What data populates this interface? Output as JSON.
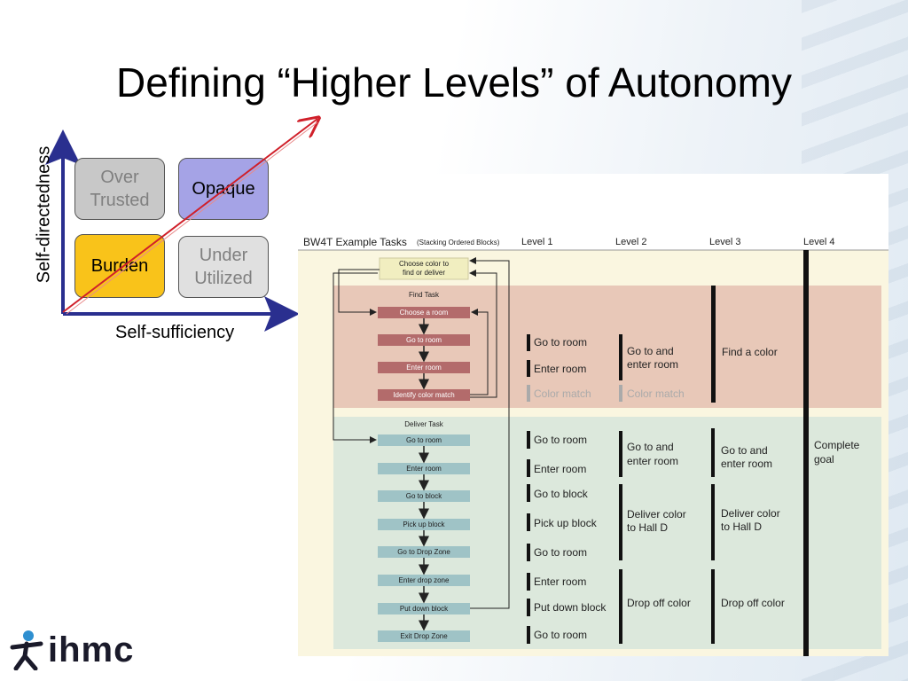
{
  "slide": {
    "title": "Defining “Higher Levels” of Autonomy"
  },
  "quadrant": {
    "y_axis_label": "Self-directedness",
    "x_axis_label": "Self-sufficiency",
    "over_trusted_line1": "Over",
    "over_trusted_line2": "Trusted",
    "opaque": "Opaque",
    "burden": "Burden",
    "under_utilized_line1": "Under",
    "under_utilized_line2": "Utilized"
  },
  "figure": {
    "header_title": "BW4T Example Tasks",
    "header_subtitle": "(Stacking Ordered Blocks)",
    "levels": [
      "Level 1",
      "Level 2",
      "Level 3",
      "Level 4"
    ],
    "top_box_line1": "Choose color to",
    "top_box_line2": "find or deliver",
    "find_task_label": "Find Task",
    "find_steps": [
      "Choose a room",
      "Go to room",
      "Enter room",
      "Identify color match"
    ],
    "deliver_task_label": "Deliver Task",
    "deliver_steps": [
      "Go to room",
      "Enter room",
      "Go to block",
      "Pick up block",
      "Go to Drop Zone",
      "Enter drop zone",
      "Put down block",
      "Exit Drop Zone"
    ],
    "find_level1": [
      "Go to room",
      "Enter room",
      "Color match"
    ],
    "find_level2_line1": "Go to and",
    "find_level2_line2": "enter room",
    "find_level2_color": "Color match",
    "find_level3": "Find a color",
    "deliver_level1": [
      "Go to room",
      "Enter room",
      "Go to block",
      "Pick up block",
      "Go to room",
      "Enter room",
      "Put down block",
      "Go to room"
    ],
    "deliver_level2_a_line1": "Go to and",
    "deliver_level2_a_line2": "enter room",
    "deliver_level2_b_line1": "Deliver color",
    "deliver_level2_b_line2": "to Hall D",
    "deliver_level2_c": "Drop off color",
    "deliver_level3_a_line1": "Go to and",
    "deliver_level3_a_line2": "enter room",
    "deliver_level3_b_line1": "Deliver color",
    "deliver_level3_b_line2": "to Hall D",
    "deliver_level3_c": "Drop off color",
    "deliver_level4_line1": "Complete",
    "deliver_level4_line2": "goal"
  },
  "logo": {
    "text": "ihmc",
    "icon": "person-running-icon"
  },
  "colors": {
    "axis_blue": "#2a2f8f",
    "diagonal_red": "#d0202a",
    "find_band": "#e8c8b8",
    "deliver_band": "#dce8dc",
    "find_step": "#b36b6b",
    "deliver_step": "#9fc3c6",
    "top_box": "#f1eec0"
  }
}
